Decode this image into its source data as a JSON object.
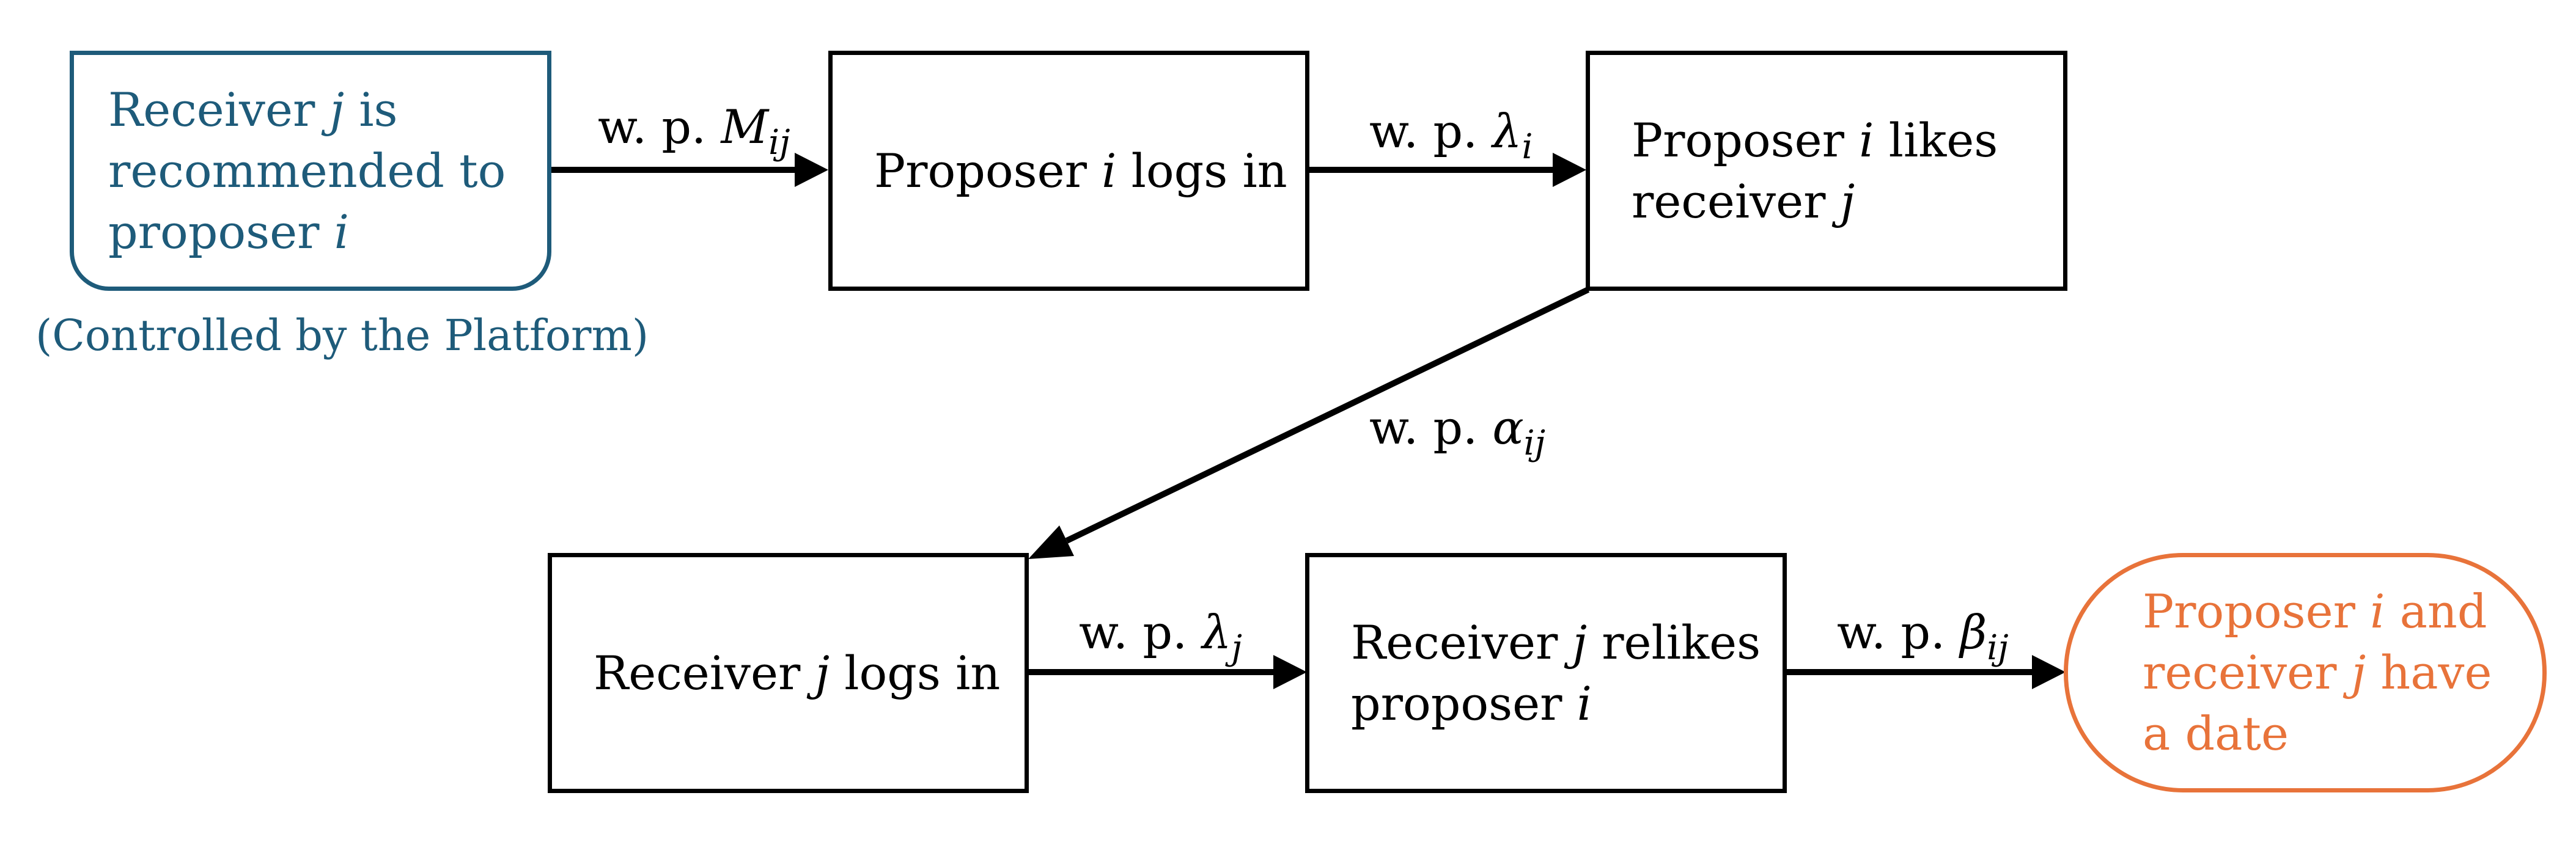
{
  "nodes": {
    "recommended": {
      "lines": [
        [
          {
            "t": "Receiver "
          },
          {
            "t": "j",
            "m": 1
          },
          {
            "t": " is"
          }
        ],
        [
          {
            "t": "recommended to"
          }
        ],
        [
          {
            "t": "proposer "
          },
          {
            "t": "i",
            "m": 1
          }
        ]
      ]
    },
    "proposer_login": {
      "lines": [
        [
          {
            "t": "Proposer "
          },
          {
            "t": "i",
            "m": 1
          },
          {
            "t": " logs in"
          }
        ]
      ]
    },
    "proposer_likes": {
      "lines": [
        [
          {
            "t": "Proposer "
          },
          {
            "t": "i",
            "m": 1
          },
          {
            "t": " likes"
          }
        ],
        [
          {
            "t": "receiver "
          },
          {
            "t": "j",
            "m": 1
          }
        ]
      ]
    },
    "receiver_login": {
      "lines": [
        [
          {
            "t": "Receiver "
          },
          {
            "t": "j",
            "m": 1
          },
          {
            "t": " logs in"
          }
        ]
      ]
    },
    "receiver_relikes": {
      "lines": [
        [
          {
            "t": "Receiver "
          },
          {
            "t": "j",
            "m": 1
          },
          {
            "t": " relikes"
          }
        ],
        [
          {
            "t": "proposer "
          },
          {
            "t": "i",
            "m": 1
          }
        ]
      ]
    },
    "date": {
      "lines": [
        [
          {
            "t": "Proposer "
          },
          {
            "t": "i",
            "m": 1
          },
          {
            "t": " and"
          }
        ],
        [
          {
            "t": "receiver "
          },
          {
            "t": "j",
            "m": 1
          },
          {
            "t": " have"
          }
        ],
        [
          {
            "t": "a date"
          }
        ]
      ]
    }
  },
  "edge_labels": {
    "m_ij": [
      {
        "t": "w. p. "
      },
      {
        "t": "M",
        "m": 1
      },
      {
        "t": "ij",
        "s": 1
      }
    ],
    "lambda_i": [
      {
        "t": "w. p. "
      },
      {
        "t": "λ",
        "m": 1
      },
      {
        "t": "i",
        "s": 1
      }
    ],
    "alpha_ij": [
      {
        "t": "w. p. "
      },
      {
        "t": "α",
        "m": 1
      },
      {
        "t": "ij",
        "s": 1
      }
    ],
    "lambda_j": [
      {
        "t": "w. p. "
      },
      {
        "t": "λ",
        "m": 1
      },
      {
        "t": "j",
        "s": 1
      }
    ],
    "beta_ij": [
      {
        "t": "w. p. "
      },
      {
        "t": "β",
        "m": 1
      },
      {
        "t": "ij",
        "s": 1
      }
    ]
  },
  "platform_note": "(Controlled by the Platform)",
  "colors": {
    "platform": "#1e5b7a",
    "outcome": "#e8733a",
    "stroke": "#000000"
  }
}
